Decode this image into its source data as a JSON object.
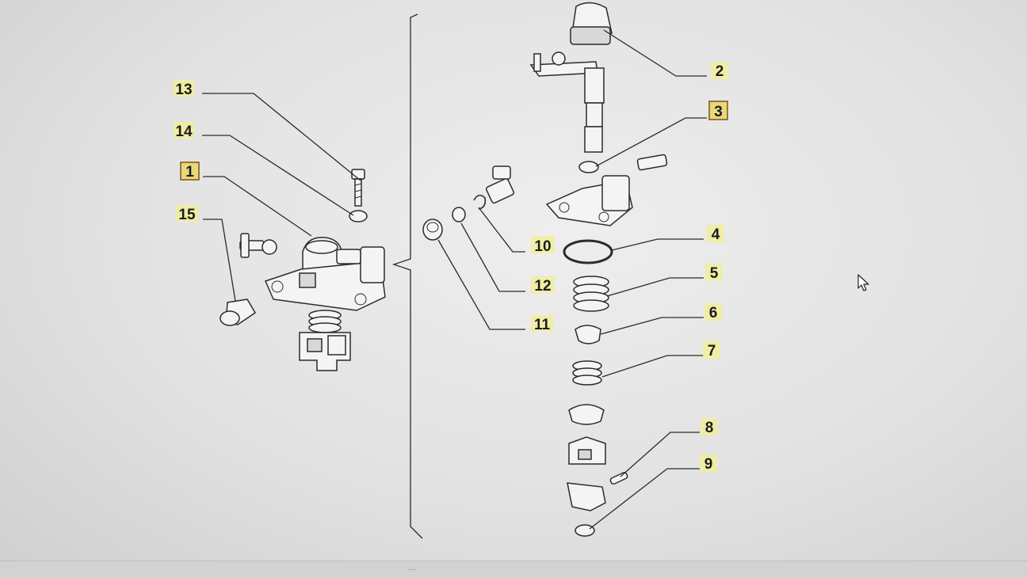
{
  "diagram": {
    "callouts": [
      {
        "id": "c1",
        "label": "1",
        "style": "boxed"
      },
      {
        "id": "c2",
        "label": "2",
        "style": "highlight"
      },
      {
        "id": "c3",
        "label": "3",
        "style": "boxed"
      },
      {
        "id": "c4",
        "label": "4",
        "style": "highlight"
      },
      {
        "id": "c5",
        "label": "5",
        "style": "highlight"
      },
      {
        "id": "c6",
        "label": "6",
        "style": "highlight"
      },
      {
        "id": "c7",
        "label": "7",
        "style": "highlight"
      },
      {
        "id": "c8",
        "label": "8",
        "style": "highlight"
      },
      {
        "id": "c9",
        "label": "9",
        "style": "highlight"
      },
      {
        "id": "c10",
        "label": "10",
        "style": "highlight"
      },
      {
        "id": "c11",
        "label": "11",
        "style": "highlight"
      },
      {
        "id": "c12",
        "label": "12",
        "style": "highlight"
      },
      {
        "id": "c13",
        "label": "13",
        "style": "highlight"
      },
      {
        "id": "c14",
        "label": "14",
        "style": "highlight"
      },
      {
        "id": "c15",
        "label": "15",
        "style": "highlight"
      }
    ]
  },
  "footer": {
    "caption": "..."
  },
  "colors": {
    "highlight": "#f1ee9a",
    "box_fill": "#e8d87a",
    "box_stroke": "#8a5a1a",
    "line": "#2a2a2a"
  },
  "icons": {
    "cursor": "mouse-pointer-icon"
  }
}
